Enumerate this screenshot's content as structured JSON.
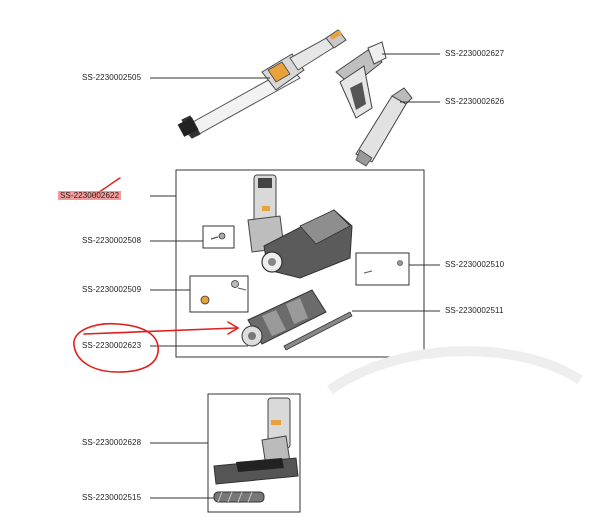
{
  "parts": {
    "p2505": "SS-2230002505",
    "p2627": "SS-2230002627",
    "p2626": "SS-2230002626",
    "p2622": "SS-2230002622",
    "p2508": "SS-2230002508",
    "p2510": "SS-2230002510",
    "p2509": "SS-2230002509",
    "p2511": "SS-2230002511",
    "p2623": "SS-2230002623",
    "p2628": "SS-2230002628",
    "p2515": "SS-2230002515"
  },
  "colors": {
    "highlight": "#f07878",
    "annotation": "#e0201c",
    "line": "#222222",
    "part_gray": "#8a8a8a",
    "part_dark": "#444444",
    "accent_orange": "#e9a23b"
  }
}
